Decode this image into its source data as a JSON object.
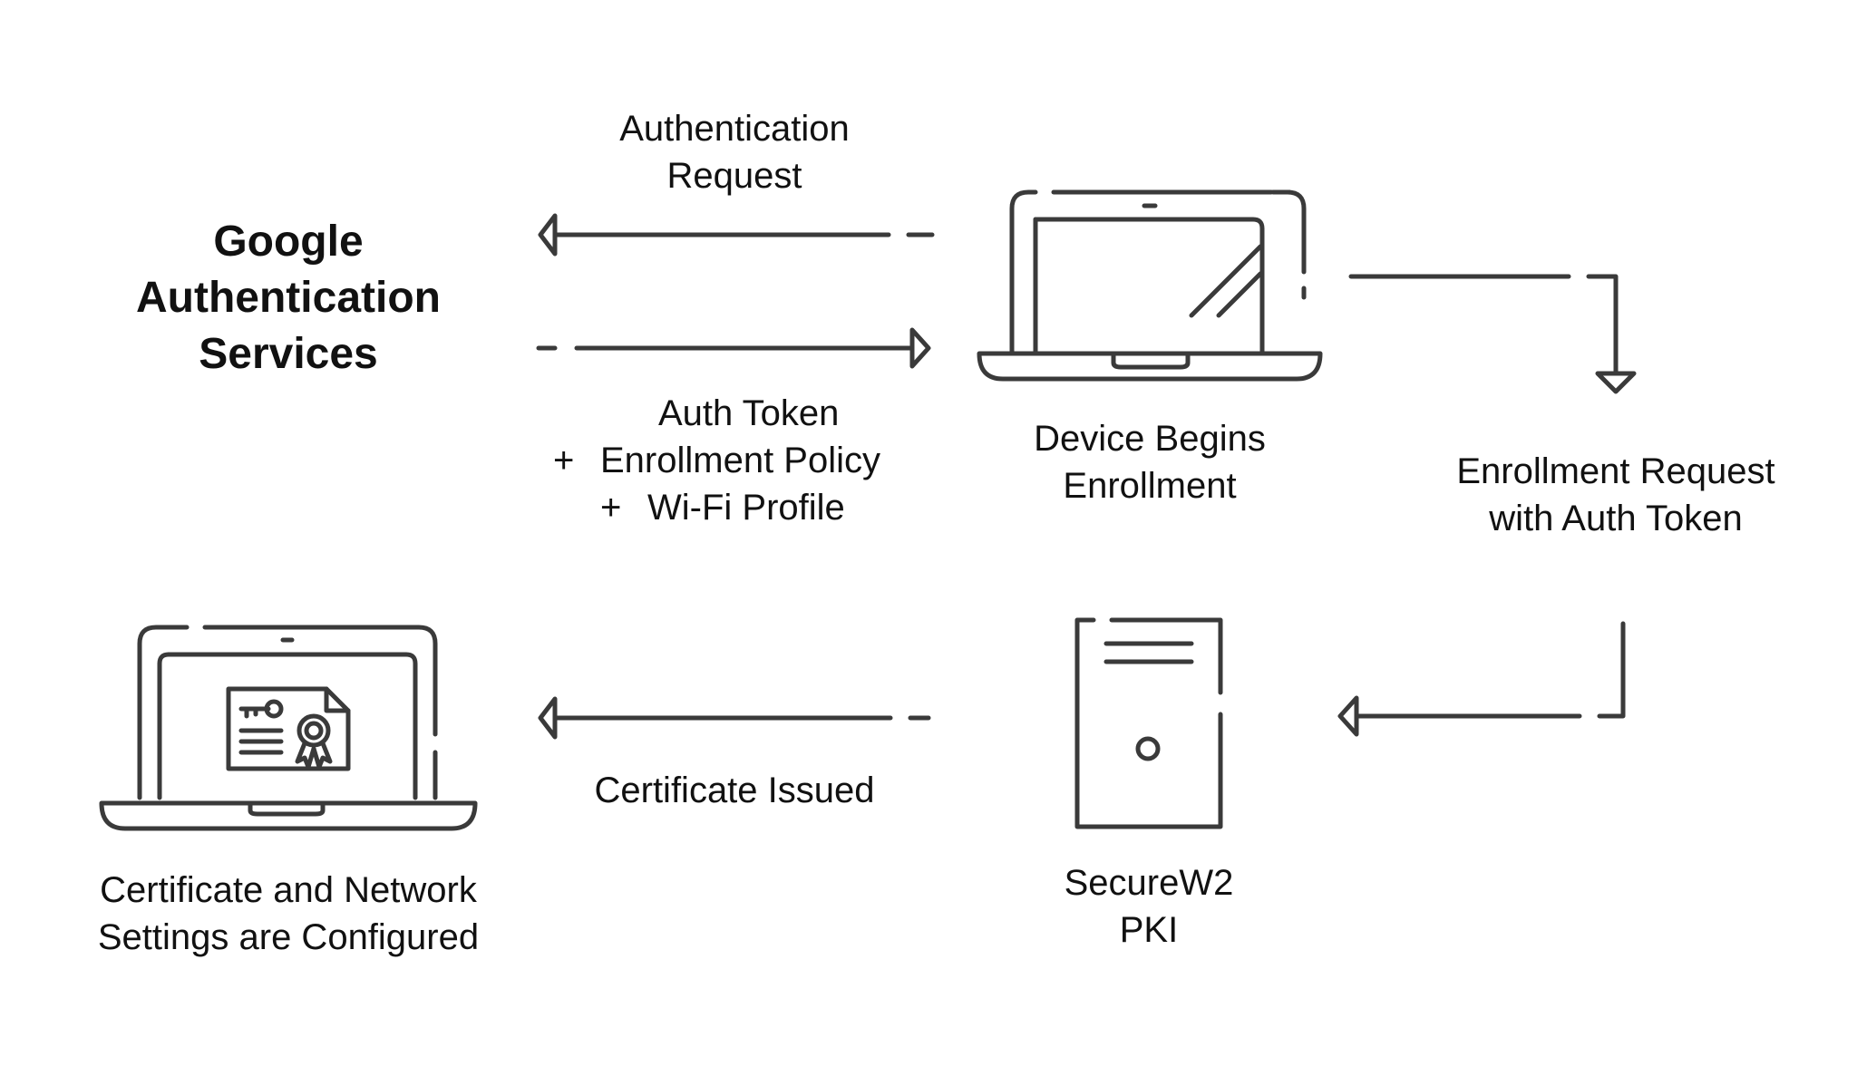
{
  "nodes": {
    "google": {
      "lines": [
        "Google",
        "Authentication",
        "Services"
      ]
    },
    "device": {
      "lines": [
        "Device Begins",
        "Enrollment"
      ]
    },
    "pki": {
      "lines": [
        "SecureW2",
        "PKI"
      ]
    },
    "configured": {
      "lines": [
        "Certificate and Network",
        "Settings are Configured"
      ]
    }
  },
  "edges": {
    "auth_request": {
      "lines": [
        "Authentication",
        "Request"
      ]
    },
    "auth_token": {
      "line1": "Auth Token",
      "plus_symbol": "+",
      "line2": "Enrollment Policy",
      "line3": "Wi-Fi Profile"
    },
    "enrollment_request": {
      "lines": [
        "Enrollment Request",
        "with Auth Token"
      ]
    },
    "certificate_issued": {
      "lines": [
        "Certificate Issued"
      ]
    }
  },
  "colors": {
    "stroke": "#3a3a3a",
    "text": "#111111"
  },
  "icons": {
    "device": "laptop-icon",
    "pki": "server-icon",
    "configured": "laptop-certificate-icon"
  }
}
